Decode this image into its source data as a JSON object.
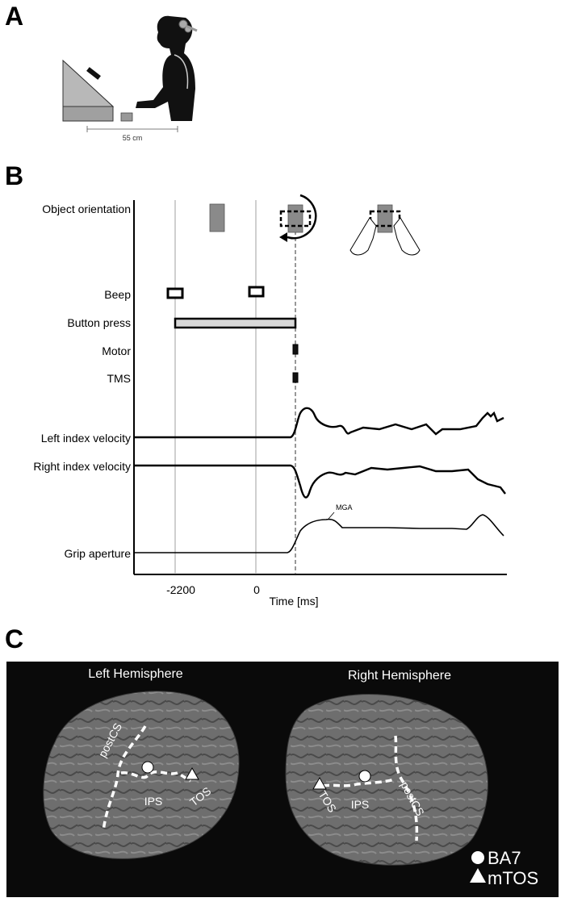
{
  "panels": {
    "a": {
      "letter": "A",
      "distance_label": "55 cm"
    },
    "b": {
      "letter": "B",
      "rows": {
        "object_orientation": "Object orientation",
        "beep": "Beep",
        "button_press": "Button press",
        "motor": "Motor",
        "tms": "TMS",
        "left_index_velocity": "Left index velocity",
        "right_index_velocity": "Right index velocity",
        "grip_aperture": "Grip aperture"
      },
      "annotation_mga": "MGA",
      "x_ticks": [
        "-2200",
        "0"
      ],
      "x_axis_label": "Time [ms]"
    },
    "c": {
      "letter": "C",
      "left_title": "Left Hemisphere",
      "right_title": "Right Hemisphere",
      "sulci": {
        "postcs": "postCS",
        "ips": "IPS",
        "tos": "TOS"
      },
      "legend": [
        {
          "symbol": "circle",
          "label": "BA7"
        },
        {
          "symbol": "triangle",
          "label": "mTOS"
        }
      ]
    }
  },
  "colors": {
    "background_c": "#0a0a0a",
    "brain": "#6e6e6e",
    "bar_gray": "#8a8a8a",
    "button_bar_fill": "#d8d8d8"
  }
}
